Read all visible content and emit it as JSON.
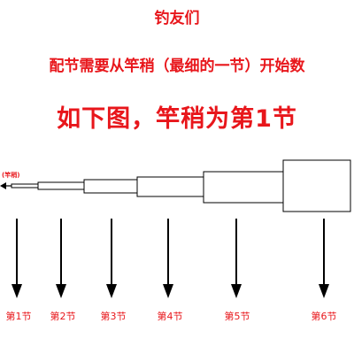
{
  "header": {
    "greeting": "钓友们",
    "instruction": "配节需要从竿稍（最细的一节）开始数",
    "headline": "如下图，竿稍为第1节"
  },
  "diagram": {
    "tip_label": "(竿稍)",
    "sections": [
      {
        "label": "第1节"
      },
      {
        "label": "第2节"
      },
      {
        "label": "第3节"
      },
      {
        "label": "第4节"
      },
      {
        "label": "第5节"
      },
      {
        "label": "第6节"
      }
    ]
  },
  "colors": {
    "text_red": "#e8161b",
    "line": "#000000",
    "background": "#ffffff"
  }
}
